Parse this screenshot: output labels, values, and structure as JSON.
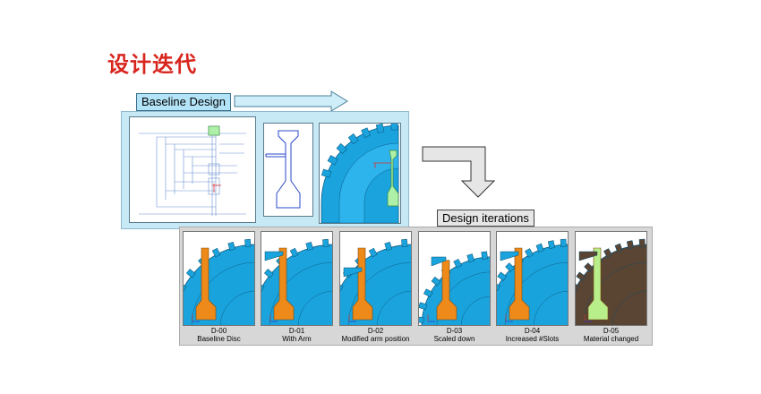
{
  "slide": {
    "title": "设计迭代"
  },
  "baseline": {
    "label": "Baseline Design"
  },
  "iterations": {
    "label": "Design iterations",
    "items": [
      {
        "code": "D-00",
        "desc": "Baseline Disc",
        "disc_color": "#1aa3dd",
        "arm_color": "#ee8a1a"
      },
      {
        "code": "D-01",
        "desc": "With Arm",
        "disc_color": "#1aa3dd",
        "arm_color": "#ee8a1a"
      },
      {
        "code": "D-02",
        "desc": "Modified arm position",
        "disc_color": "#1aa3dd",
        "arm_color": "#ee8a1a"
      },
      {
        "code": "D-03",
        "desc": "Scaled down",
        "disc_color": "#1aa3dd",
        "arm_color": "#ee8a1a"
      },
      {
        "code": "D-04",
        "desc": "Increased #Slots",
        "disc_color": "#1aa3dd",
        "arm_color": "#ee8a1a"
      },
      {
        "code": "D-05",
        "desc": "Material changed",
        "disc_color": "#5a4433",
        "arm_color": "#b9ef8a"
      }
    ]
  },
  "colors": {
    "title": "#d8261f",
    "baseline_panel": "#c6e9f5",
    "label_fill": "#b3e3f7",
    "arrow_fill": "#cfeefa"
  }
}
